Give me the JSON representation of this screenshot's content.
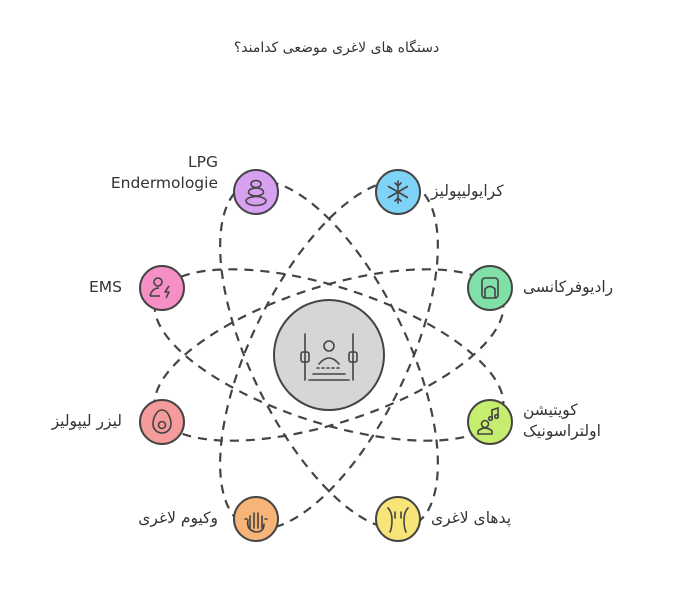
{
  "title": "دستگاه های لاغری موضعی کدامند؟",
  "center": {
    "icon": "gym-station-icon",
    "color": "#d6d6d6"
  },
  "nodes": [
    {
      "id": "lpg",
      "lines": [
        "LPG",
        "Endermologie"
      ],
      "icon": "stacked-stones-icon",
      "color": "#d8a0f0"
    },
    {
      "id": "ems",
      "lines": [
        "EMS"
      ],
      "icon": "user-bolt-icon",
      "color": "#f58fc4"
    },
    {
      "id": "laser",
      "lines": [
        "لیزر لیپولیز"
      ],
      "icon": "avocado-icon",
      "color": "#f59b9b"
    },
    {
      "id": "vacuum",
      "lines": [
        "وکیوم لاغری"
      ],
      "icon": "hand-icon",
      "color": "#f7b478"
    },
    {
      "id": "cryo",
      "lines": [
        "کرایولیپولیز"
      ],
      "icon": "snowflake-icon",
      "color": "#7fd3f7"
    },
    {
      "id": "rf",
      "lines": [
        "رادیوفرکانسی"
      ],
      "icon": "device-icon",
      "color": "#7fe0a8"
    },
    {
      "id": "cavitation",
      "lines": [
        "کویتیشن",
        "اولتراسونیک"
      ],
      "icon": "user-sound-icon",
      "color": "#c6ee6e"
    },
    {
      "id": "pads",
      "lines": [
        "پدهای لاغری"
      ],
      "icon": "torso-icon",
      "color": "#f7e57a"
    }
  ]
}
